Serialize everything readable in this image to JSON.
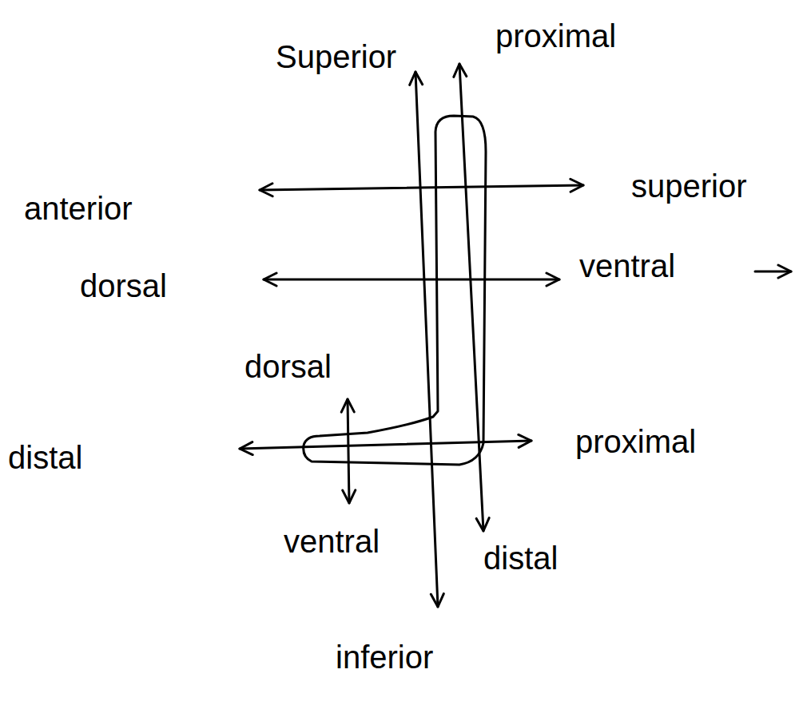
{
  "diagram": {
    "labels": [
      "Superior",
      "proximal",
      "anterior",
      "superior",
      "dorsal",
      "ventral",
      "dorsal",
      "distal",
      "proximal",
      "ventral",
      "distal",
      "inferior"
    ]
  }
}
